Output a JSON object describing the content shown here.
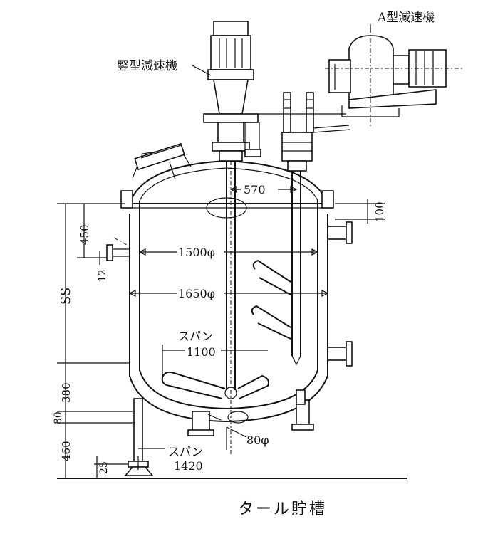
{
  "labels": {
    "vertical_reducer": "竪型減速機",
    "a_type_reducer": "A型減速機",
    "caption": "タール貯槽"
  },
  "dimensions": {
    "d570": "570",
    "d100": "100",
    "d450": "450",
    "d12": "12",
    "d1500": "1500φ",
    "d1650": "1650φ",
    "ss": "SS",
    "span_word_1": "スパン",
    "d1100": "1100",
    "d380": "380",
    "d80_left": "80",
    "d80_phi": "80φ",
    "d460": "460",
    "d25": "25",
    "span_word_2": "スパン",
    "d1420": "1420"
  }
}
